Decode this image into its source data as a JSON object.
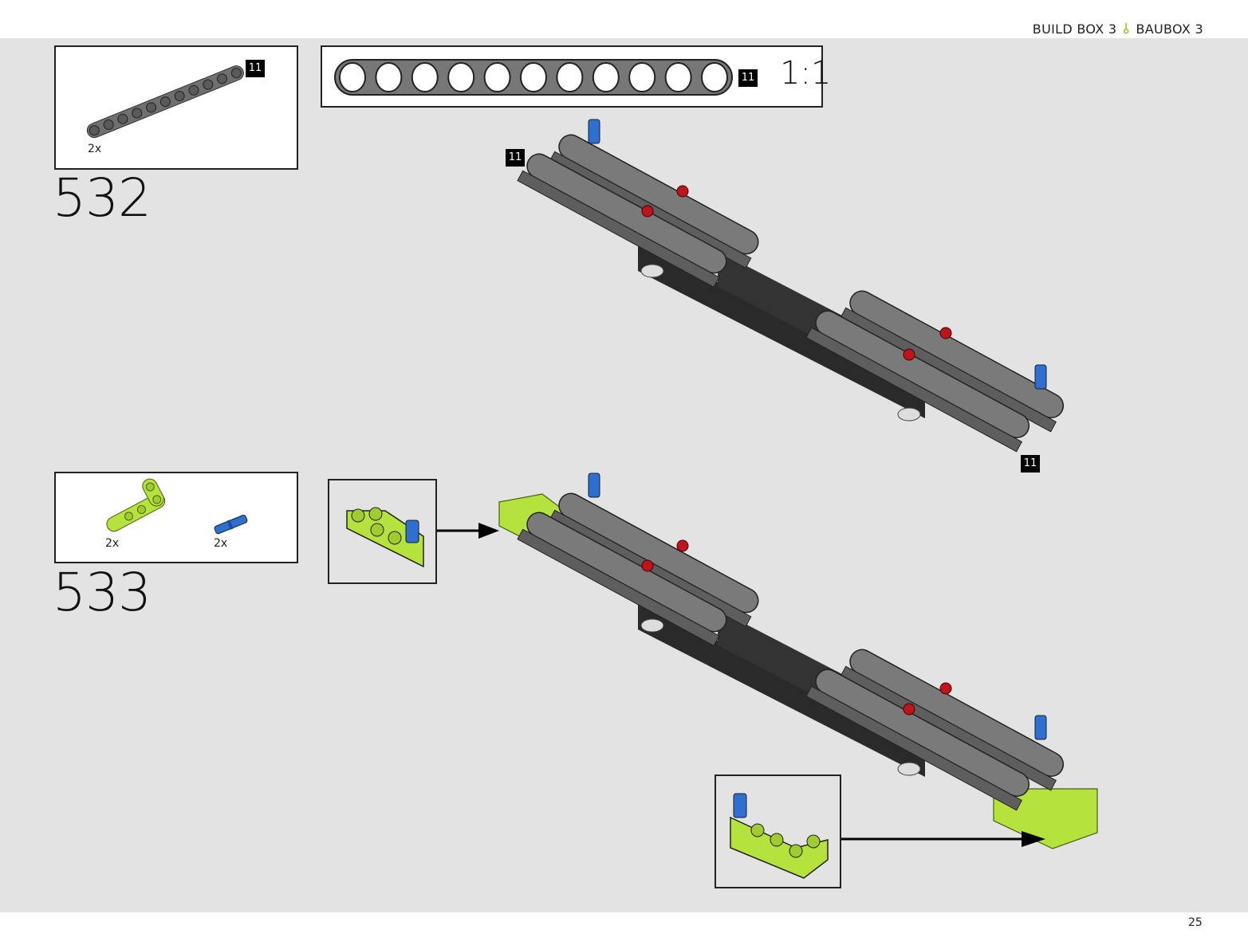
{
  "header": {
    "left": "BUILD BOX 3",
    "separator_icon": "chevron-y-icon",
    "right": "BAUBOX 3"
  },
  "page_number": "25",
  "colors": {
    "page_background": "#e3e3e3",
    "accent_green": "#9acd32",
    "lime_part": "#b5e23c",
    "dark_gray_part": "#777777",
    "black_part": "#2a2a2a",
    "blue_pin": "#2f6fd0",
    "red_pin": "#c0141c"
  },
  "steps": [
    {
      "number": "532",
      "parts": [
        {
          "name": "Technic beam 11",
          "quantity": "2x",
          "length_badge": "11"
        }
      ],
      "scale_reference": {
        "length_badge": "11",
        "scale_label": "1:1",
        "holes": 11
      },
      "assembly_badges": [
        "11",
        "11"
      ]
    },
    {
      "number": "533",
      "parts": [
        {
          "name": "Lime L-beam 2x4",
          "quantity": "2x"
        },
        {
          "name": "Blue axle pin",
          "quantity": "2x"
        }
      ]
    }
  ]
}
